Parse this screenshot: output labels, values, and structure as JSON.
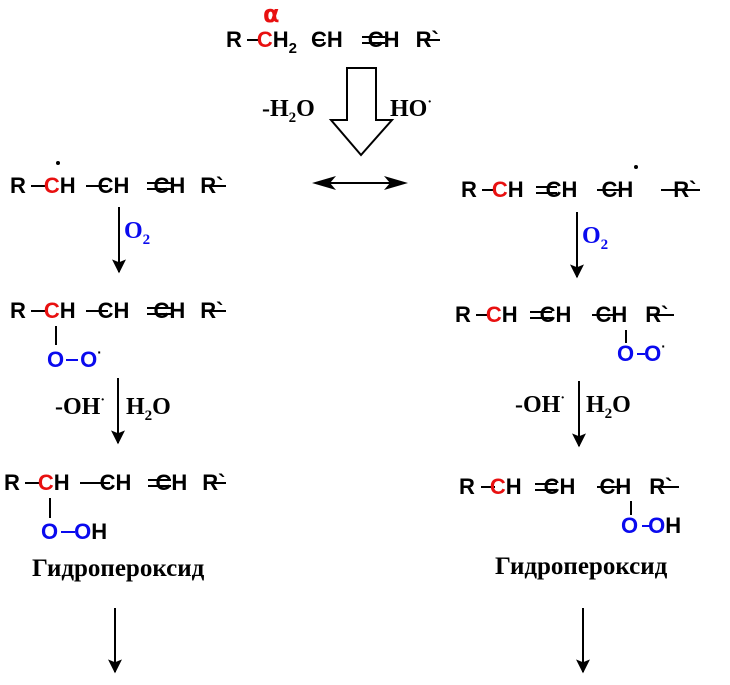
{
  "diagram": {
    "title": "Lipid peroxidation: allylic hydrogen abstraction and hydroperoxide formation",
    "colors": {
      "alpha_carbon": "#e81010",
      "oxygen": "#0a0aee",
      "default": "#000000"
    },
    "start": {
      "alpha_label": "α",
      "parts": [
        "R",
        "–",
        "C",
        "H",
        "2",
        "–CH",
        "═",
        "CH–R`"
      ]
    },
    "step1": {
      "left_label": "-H",
      "left_sub": "2",
      "left_end": "O",
      "right_label": "HO",
      "right_sup": "·"
    },
    "resonance_arrow": "double-headed-arrow",
    "left": {
      "radical": [
        "R",
        "C",
        "H",
        "CH",
        "CH",
        "R`"
      ],
      "o2": {
        "label": "O",
        "sub": "2"
      },
      "peroxyl": {
        "chain": [
          "R",
          "C",
          "H",
          "CH",
          "CH",
          "R`"
        ],
        "oo": [
          "O",
          "O",
          "·"
        ]
      },
      "step3": {
        "minus": "-OH",
        "dot": "·",
        "h2o": "H",
        "sub": "2",
        "o": "O"
      },
      "hydroperoxide": {
        "chain": [
          "R",
          "C",
          "H",
          "CH",
          "CH",
          "R`"
        ],
        "ooh": [
          "O",
          "O",
          "H"
        ]
      },
      "name": "Гидропероксид"
    },
    "right": {
      "radical": [
        "R",
        "C",
        "H",
        "CH",
        "CH",
        "R`"
      ],
      "o2": {
        "label": "O",
        "sub": "2"
      },
      "peroxyl": {
        "chain": [
          "R",
          "C",
          "H",
          "CH",
          "CH",
          "R`"
        ],
        "oo": [
          "O",
          "O",
          "·"
        ]
      },
      "step3": {
        "minus": "-OH",
        "dot": "·",
        "h2o": "H",
        "sub": "2",
        "o": "O"
      },
      "hydroperoxide": {
        "chain": [
          "R",
          "C",
          "H",
          "CH",
          "CH",
          "R`"
        ],
        "ooh": [
          "O",
          "O",
          "H"
        ]
      },
      "name": "Гидропероксид"
    }
  }
}
